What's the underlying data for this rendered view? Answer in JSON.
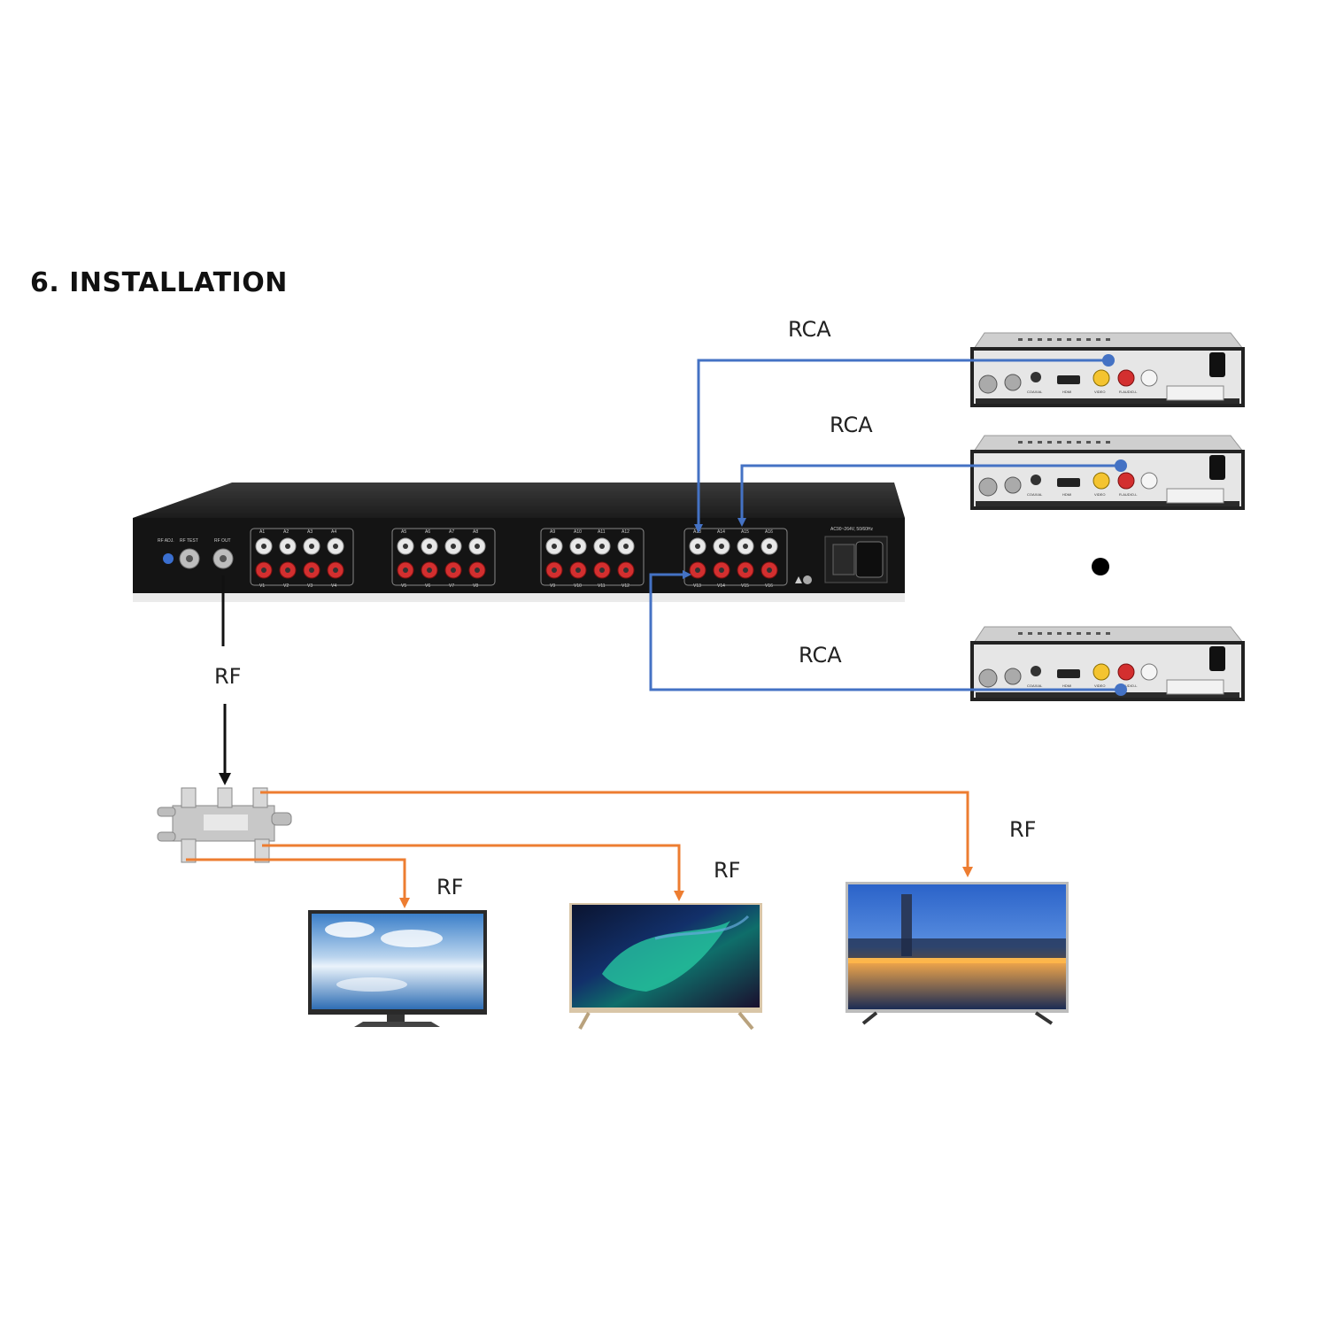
{
  "title": "6. INSTALLATION",
  "labels": {
    "rca_top": "RCA",
    "rca_mid": "RCA",
    "rca_bottom": "RCA",
    "rf_main": "RF",
    "rf_tv1": "RF",
    "rf_tv2": "RF",
    "rf_tv3": "RF"
  },
  "modulator": {
    "rf_adj": "RF ADJ.",
    "rf_test": "RF TEST",
    "rf_out": "RF OUT",
    "power_label": "AC90~264V, 50/60Hz",
    "audio_ports": [
      "A1",
      "A2",
      "A3",
      "A4",
      "A5",
      "A6",
      "A7",
      "A8",
      "A9",
      "A10",
      "A11",
      "A12",
      "A13",
      "A14",
      "A15",
      "A16"
    ],
    "video_ports": [
      "V1",
      "V2",
      "V3",
      "V4",
      "V5",
      "V6",
      "V7",
      "V8",
      "V9",
      "V10",
      "V11",
      "V12",
      "V13",
      "V14",
      "V15",
      "V16"
    ]
  },
  "receiver": {
    "coaxial": "COAXIAL",
    "hdmi": "HDMI",
    "video": "VIDEO",
    "audio": "R-AUDIO-L"
  },
  "colors": {
    "rca_cable": "#4472c4",
    "rf_cable": "#ed7d31",
    "rf_main_cable": "#111111"
  }
}
